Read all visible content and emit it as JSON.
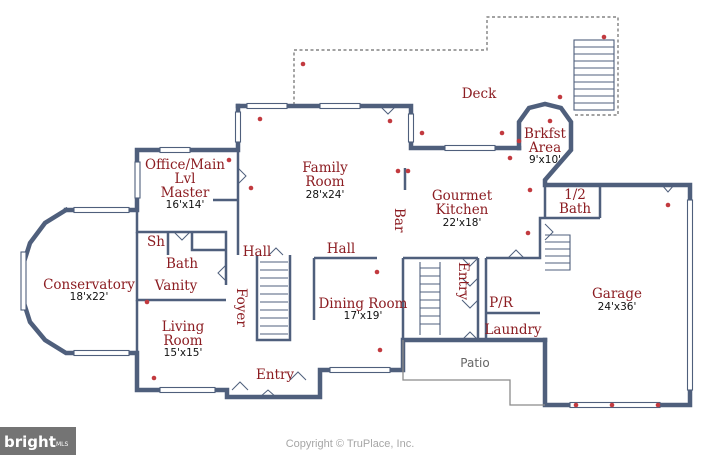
{
  "rooms": {
    "deck": {
      "name": "Deck"
    },
    "breakfast": {
      "name1": "Brkfst",
      "name2": "Area",
      "dims": "9'x10'"
    },
    "office": {
      "name1": "Office/Main",
      "name2": "Lvl",
      "name3": "Master",
      "dims": "16'x14'"
    },
    "family": {
      "name1": "Family",
      "name2": "Room",
      "dims": "28'x24'"
    },
    "kitchen": {
      "name1": "Gourmet",
      "name2": "Kitchen",
      "dims": "22'x18'"
    },
    "half_bath": {
      "name1": "1/2",
      "name2": "Bath"
    },
    "bar": {
      "name": "Bar"
    },
    "shower": {
      "name": "Sh"
    },
    "bath": {
      "name": "Bath"
    },
    "vanity": {
      "name": "Vanity"
    },
    "hall_left": {
      "name": "Hall"
    },
    "hall_center": {
      "name": "Hall"
    },
    "conservatory": {
      "name": "Conservatory",
      "dims": "18'x22'"
    },
    "foyer": {
      "name": "Foyer"
    },
    "dining": {
      "name": "Dining Room",
      "dims": "17'x19'"
    },
    "side_entry": {
      "name": "Entry"
    },
    "pantry": {
      "name": "P/R"
    },
    "garage": {
      "name": "Garage",
      "dims": "24'x36'"
    },
    "living": {
      "name1": "Living",
      "name2": "Room",
      "dims": "15'x15'"
    },
    "laundry": {
      "name": "Laundry"
    },
    "patio": {
      "name": "Patio"
    },
    "front_entry": {
      "name": "Entry"
    }
  },
  "footer": {
    "copyright": "Copyright © TruPlace, Inc."
  },
  "watermark": {
    "brand": "bright",
    "suffix": "MLS"
  },
  "colors": {
    "walls": "#4f5f7c",
    "room_labels": "#8c1d22",
    "fixture_dots": "#c23a3f"
  }
}
